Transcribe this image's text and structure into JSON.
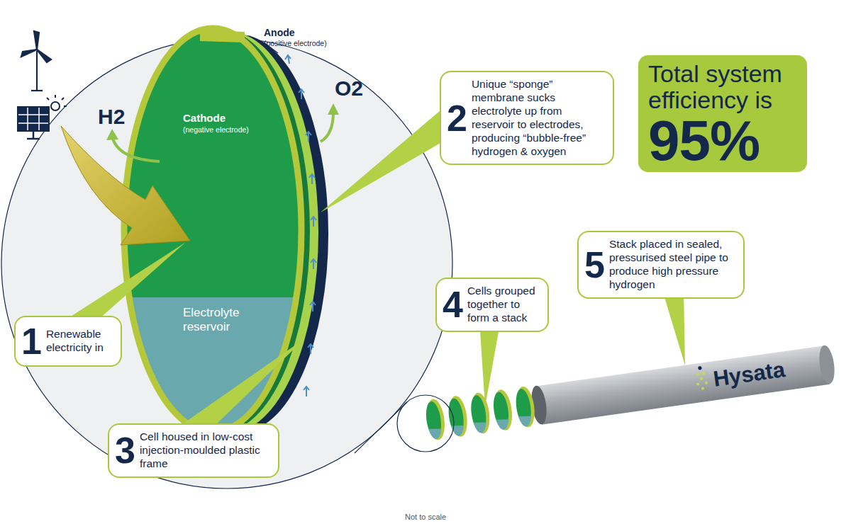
{
  "diagram": {
    "nodes": [
      {
        "text": [
          "1",
          "Renewable electricity in"
        ]
      },
      {
        "text": [
          "2",
          "Unique “sponge” membrane sucks electrolyte up from reservoir to electrodes, producing “bubble-free” hydrogen & oxygen"
        ]
      },
      {
        "text": [
          "3",
          "Cell housed in low-cost injection-moulded plastic frame"
        ]
      },
      {
        "text": [
          "4",
          "Cells grouped together to form a stack"
        ]
      },
      {
        "text": [
          "5",
          "Stack placed in sealed, pressurised steel pipe to produce high pressure hydrogen"
        ]
      },
      {
        "text": [
          "Total system efficiency is",
          "95%"
        ]
      }
    ],
    "labels": [
      "Anode",
      "(positive electrode)",
      "Cathode",
      "(negative electrode)",
      "Electrolyte reservoir",
      "H2",
      "O2",
      "Hysata",
      "Not to scale"
    ]
  }
}
